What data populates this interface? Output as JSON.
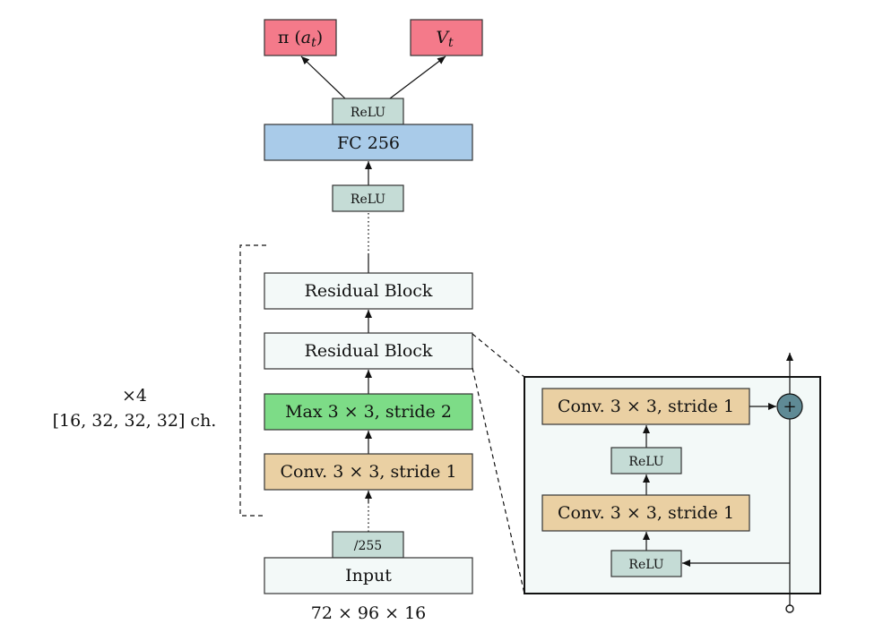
{
  "colors": {
    "output": "#f47a8a",
    "relu": "#c5dcd6",
    "fc": "#a9cbe9",
    "block": "#f3f9f8",
    "maxpool": "#7ddc87",
    "conv": "#ead0a3",
    "plus": "#5f8a95"
  },
  "outputs": {
    "policy": {
      "prefix": "π (",
      "var": "a",
      "sub": "t",
      "suffix": ")"
    },
    "value": {
      "var": "V",
      "sub": "t"
    }
  },
  "relu_label": "ReLU",
  "fc_label": "FC 256",
  "residual_label": "Residual Block",
  "maxpool_label": "Max 3 × 3, stride 2",
  "conv_label": "Conv. 3 × 3, stride 1",
  "norm_label": "/255",
  "input_label": "Input",
  "input_dims": "72 × 96 × 16",
  "repeat": {
    "times": "×4",
    "channels": "[16, 32, 32, 32] ch."
  },
  "plus_symbol": "+"
}
